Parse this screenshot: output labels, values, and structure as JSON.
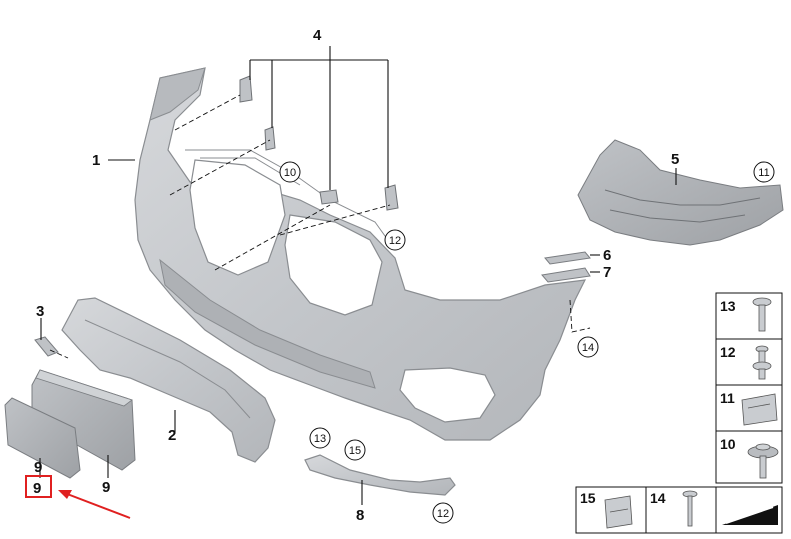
{
  "callouts": {
    "c1": "1",
    "c2": "2",
    "c3": "3",
    "c4": "4",
    "c5": "5",
    "c6": "6",
    "c7": "7",
    "c8": "8",
    "c9a": "9",
    "c9b": "9",
    "c9c": "9",
    "c10": "10",
    "c11": "11",
    "c12a": "12",
    "c12b": "12",
    "c13": "13",
    "c14": "14",
    "c15": "15"
  },
  "legend": {
    "items": [
      "13",
      "12",
      "11",
      "10",
      "15",
      "14"
    ]
  },
  "highlight": {
    "label": "9",
    "color": "#e02020"
  },
  "colors": {
    "part_fill": "#c9ccd0",
    "part_stroke": "#8a8d91",
    "line": "#111111",
    "accent": "#e02020"
  }
}
